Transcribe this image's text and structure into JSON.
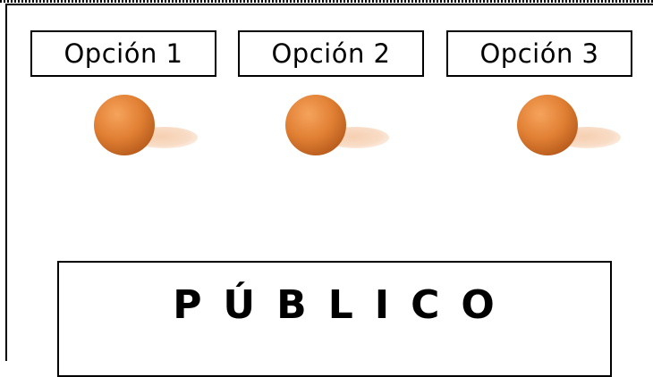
{
  "options": [
    {
      "label": "Opción 1"
    },
    {
      "label": "Opción 2"
    },
    {
      "label": "Opción 3"
    }
  ],
  "audience": {
    "label": "PÚBLICO"
  },
  "colors": {
    "ball": "#e07f33",
    "shadow": "#f8dcc6",
    "border": "#000000"
  }
}
